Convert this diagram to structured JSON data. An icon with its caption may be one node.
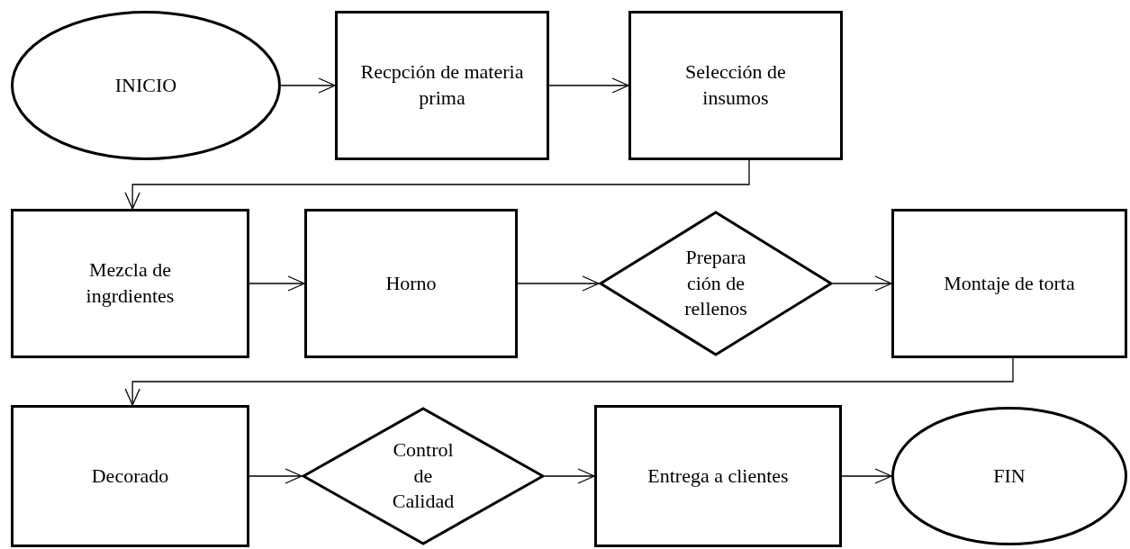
{
  "diagram": {
    "nodes": [
      {
        "text": [
          "INICIO"
        ]
      },
      {
        "text": [
          "Recpción de materia prima"
        ]
      },
      {
        "text": [
          "Selección de insumos"
        ]
      },
      {
        "text": [
          "Mezcla de ingrdientes"
        ]
      },
      {
        "text": [
          "Horno"
        ]
      },
      {
        "text": [
          "Prepara ción de rellenos"
        ]
      },
      {
        "text": [
          "Montaje de torta"
        ]
      },
      {
        "text": [
          "Decorado"
        ]
      },
      {
        "text": [
          "Control de Calidad"
        ]
      },
      {
        "text": [
          "Entrega a clientes"
        ]
      },
      {
        "text": [
          "FIN"
        ]
      }
    ],
    "edges": [
      {
        "from": 0,
        "to": 1,
        "arrow": "to"
      },
      {
        "from": 1,
        "to": 2,
        "arrow": "to"
      },
      {
        "from": 2,
        "to": 3,
        "arrow": "to"
      },
      {
        "from": 3,
        "to": 4,
        "arrow": "to"
      },
      {
        "from": 4,
        "to": 5,
        "arrow": "to"
      },
      {
        "from": 5,
        "to": 6,
        "arrow": "to"
      },
      {
        "from": 6,
        "to": 7,
        "arrow": "to"
      },
      {
        "from": 7,
        "to": 8,
        "arrow": "to"
      },
      {
        "from": 8,
        "to": 9,
        "arrow": "to"
      },
      {
        "from": 9,
        "to": 10,
        "arrow": "to"
      }
    ]
  }
}
